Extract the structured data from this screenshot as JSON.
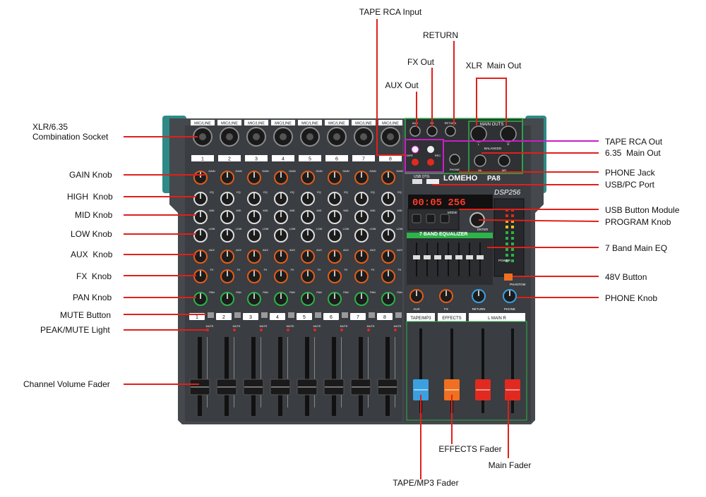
{
  "device": {
    "brand": "LOMEHO",
    "model": "PA8",
    "dsp": "DSP256",
    "display": "00:05  256",
    "eq_title": "7 BAND EQUALIZER",
    "usb_otg": "USB OTG",
    "main_outs": "MAIN OUTS",
    "balanced": "BALANCED",
    "phantom": "PHANTOM",
    "power": "POWER",
    "mic_line": "MIC/LINE",
    "mute": "MUTE",
    "channels": [
      "1",
      "2",
      "3",
      "4",
      "5",
      "6",
      "7",
      "8"
    ],
    "knob_tags": [
      "GAIN",
      "EQ",
      "MID",
      "LOW",
      "AUX",
      "FX",
      "PAN"
    ],
    "master_knobs": [
      "AUX",
      "FX",
      "RETURN",
      "PHONE"
    ],
    "fader_sections": [
      "TAPE/MP3",
      "EFFECTS",
      "L   MAIN   R"
    ],
    "mode_label": "MODE",
    "enter_label": "ENTER",
    "jack_labels": {
      "aux": "AUX",
      "fx": "FX",
      "return": "RETURN",
      "tape": "TAPE",
      "rec": "REC",
      "phone": "PHONE",
      "ml": "ML",
      "mr": "MR",
      "l": "L",
      "r": "R"
    }
  },
  "colors": {
    "callout_red": "#e0201a",
    "callout_magenta": "#c81ec8",
    "panel": "#3f4246",
    "panel_dark": "#2c2e31",
    "side_teal": "#2e8a86",
    "accent_green": "#2db34a",
    "knob_orange": "#e25d1a",
    "fader_blue": "#3aa0e0",
    "fader_orange": "#f07020",
    "fader_red": "#e02a20"
  },
  "labels": {
    "left": [
      {
        "id": "xlr",
        "text": "XLR/6.35\nCombination Socket"
      },
      {
        "id": "gain",
        "text": "GAIN Knob"
      },
      {
        "id": "high",
        "text": "HIGH  Knob"
      },
      {
        "id": "mid",
        "text": "MID Knob"
      },
      {
        "id": "low",
        "text": "LOW Knob"
      },
      {
        "id": "aux",
        "text": "AUX  Knob"
      },
      {
        "id": "fx",
        "text": "FX  Knob"
      },
      {
        "id": "pan",
        "text": "PAN Knob"
      },
      {
        "id": "mute",
        "text": "MUTE Button"
      },
      {
        "id": "peak",
        "text": "PEAK/MUTE Light"
      },
      {
        "id": "fader",
        "text": "Channel Volume Fader"
      }
    ],
    "right": [
      {
        "id": "tapeout",
        "text": "TAPE RCA Out"
      },
      {
        "id": "mainout635",
        "text": "6.35  Main Out"
      },
      {
        "id": "phone",
        "text": "PHONE Jack"
      },
      {
        "id": "usb",
        "text": "USB/PC Port"
      },
      {
        "id": "usbmod",
        "text": "USB Button Module"
      },
      {
        "id": "program",
        "text": "PROGRAM Knob"
      },
      {
        "id": "eq7",
        "text": "7 Band Main EQ"
      },
      {
        "id": "v48",
        "text": "48V Button"
      },
      {
        "id": "phoneknob",
        "text": "PHONE Knob"
      }
    ],
    "top": [
      {
        "id": "tapein",
        "text": "TAPE RCA Input"
      },
      {
        "id": "return",
        "text": "RETURN"
      },
      {
        "id": "fxout",
        "text": "FX Out"
      },
      {
        "id": "xlrmain",
        "text": "XLR  Main Out"
      },
      {
        "id": "auxout",
        "text": "AUX Out"
      }
    ],
    "bottom": [
      {
        "id": "effects",
        "text": "EFFECTS Fader"
      },
      {
        "id": "main",
        "text": "Main Fader"
      },
      {
        "id": "tapemp3",
        "text": "TAPE/MP3 Fader"
      }
    ]
  }
}
